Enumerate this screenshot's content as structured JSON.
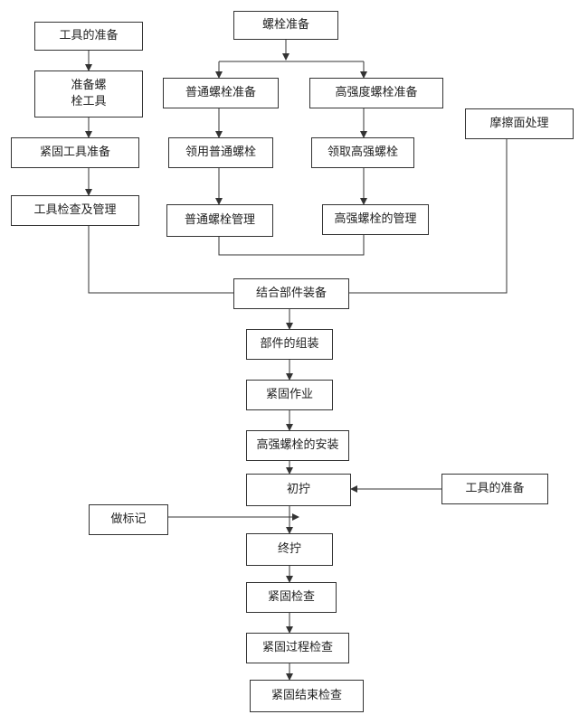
{
  "nodes": {
    "tool_prep_top": "工具的准备",
    "prepare_bolt_tools": "准备螺\n栓工具",
    "fastening_tool_prep": "紧固工具准备",
    "tool_inspection_mgmt": "工具检查及管理",
    "bolt_prep": "螺栓准备",
    "normal_bolt_prep": "普通螺栓准备",
    "high_strength_bolt_prep": "高强度螺栓准备",
    "receive_normal_bolts": "领用普通螺栓",
    "receive_high_strength_bolts": "领取高强螺栓",
    "normal_bolt_mgmt": "普通螺栓管理",
    "high_strength_bolt_mgmt": "高强螺栓的管理",
    "friction_surface_treatment": "摩擦面处理",
    "joint_part_assembly": "结合部件装备",
    "part_assembly": "部件的组装",
    "fastening_work": "紧固作业",
    "high_strength_bolt_install": "高强螺栓的安装",
    "initial_tightening": "初拧",
    "tool_prep_right": "工具的准备",
    "marking": "做标记",
    "final_tightening": "终拧",
    "fastening_inspection": "紧固检查",
    "fastening_process_inspection": "紧固过程检查",
    "fastening_end_inspection": "紧固结束检查"
  },
  "colors": {
    "line": "#333333",
    "box_border": "#333333",
    "text": "#222222"
  }
}
